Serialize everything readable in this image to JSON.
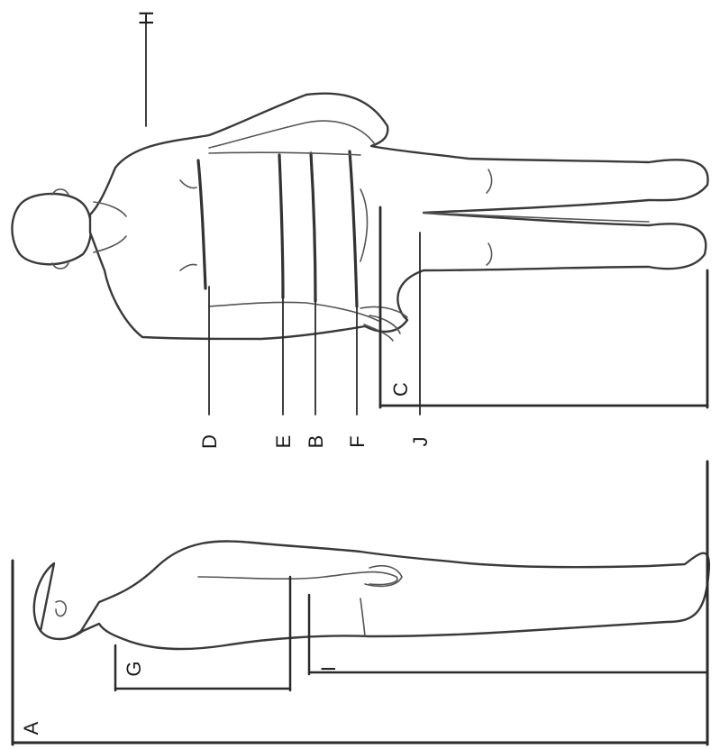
{
  "diagram": {
    "labels": {
      "A": "A",
      "B": "B",
      "C": "C",
      "D": "D",
      "E": "E",
      "F": "F",
      "G": "G",
      "H": "H",
      "I": "I",
      "J": "J"
    }
  }
}
